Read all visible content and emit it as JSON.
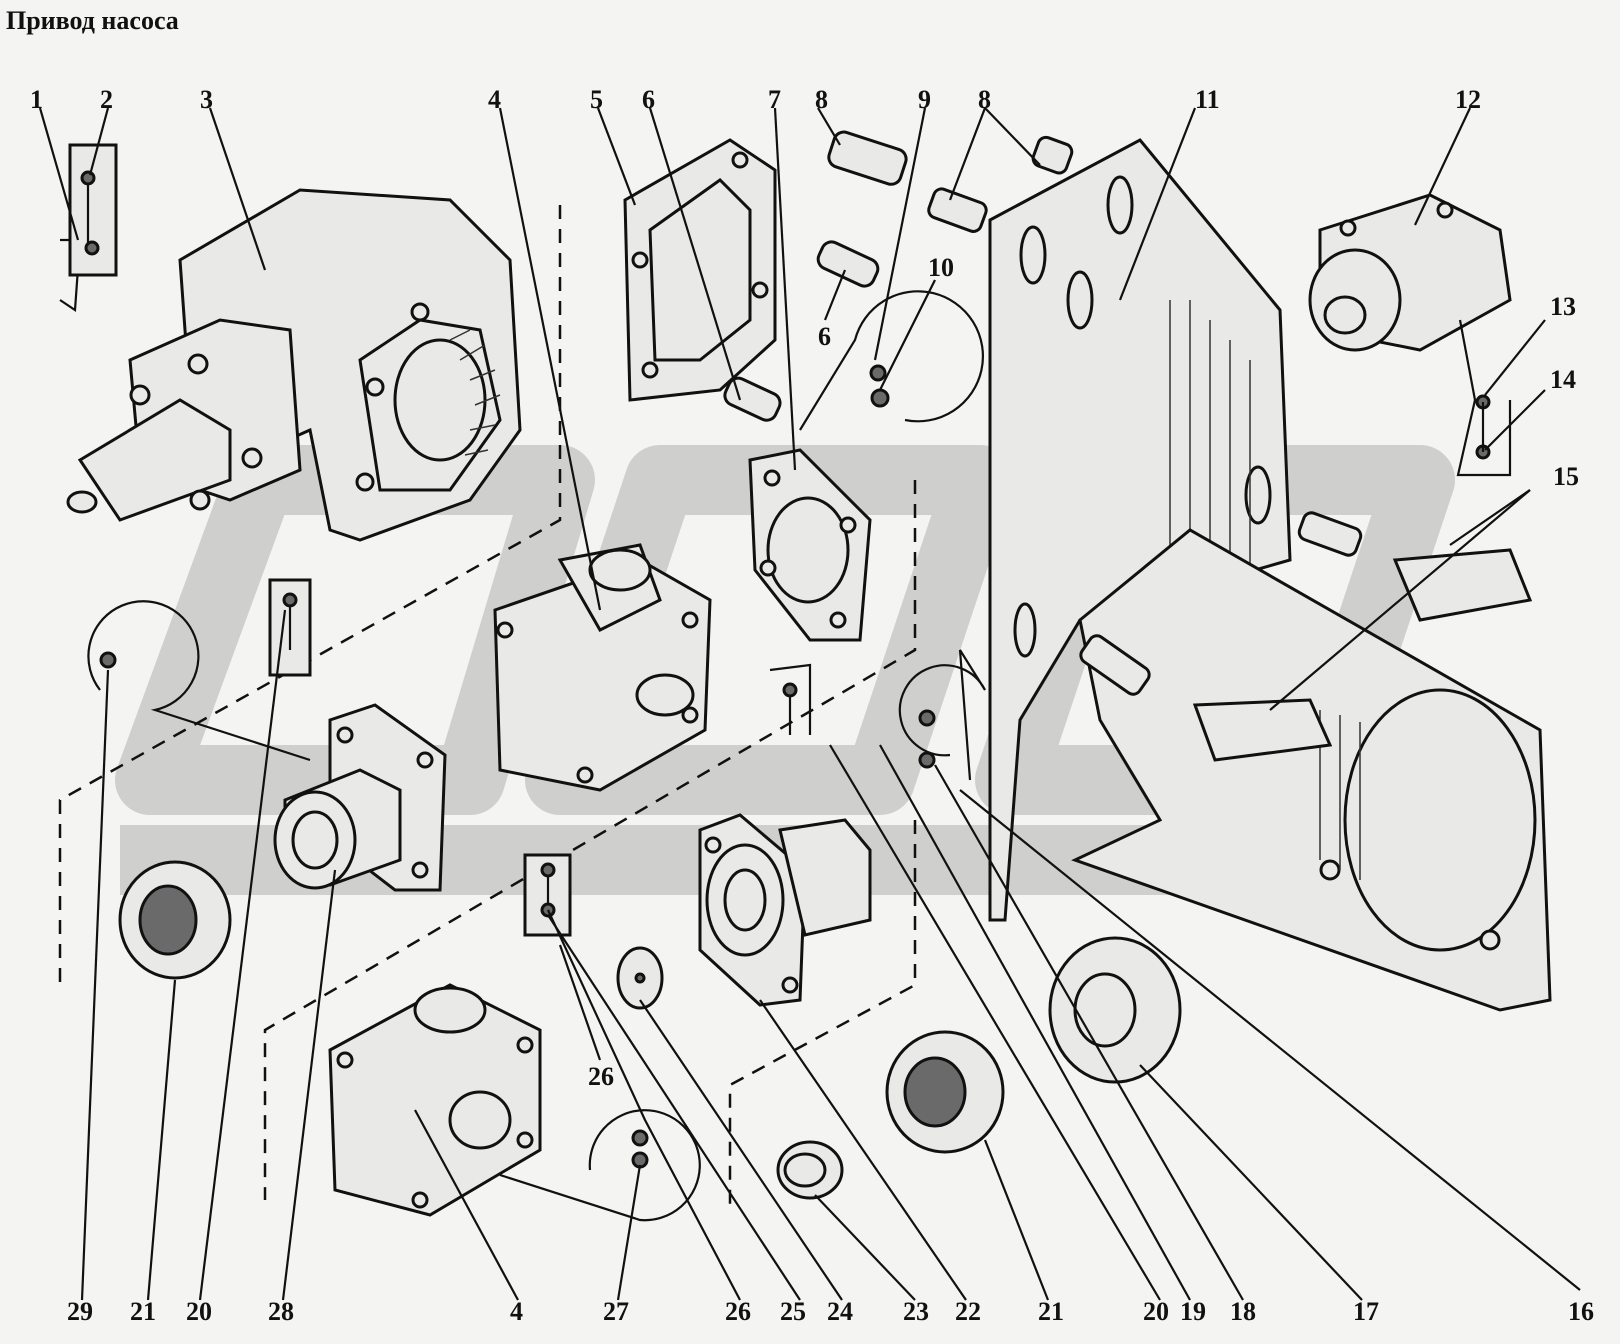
{
  "title": "Привод насоса",
  "top_numbers": [
    "1",
    "2",
    "3",
    "4",
    "5",
    "6",
    "7",
    "8",
    "9",
    "8",
    "11",
    "12"
  ],
  "side_numbers": [
    "10",
    "6",
    "13",
    "14",
    "15",
    "26"
  ],
  "bottom_numbers": [
    "29",
    "21",
    "20",
    "28",
    "4",
    "27",
    "26",
    "25",
    "24",
    "23",
    "22",
    "21",
    "20",
    "19",
    "18",
    "17",
    "16"
  ]
}
